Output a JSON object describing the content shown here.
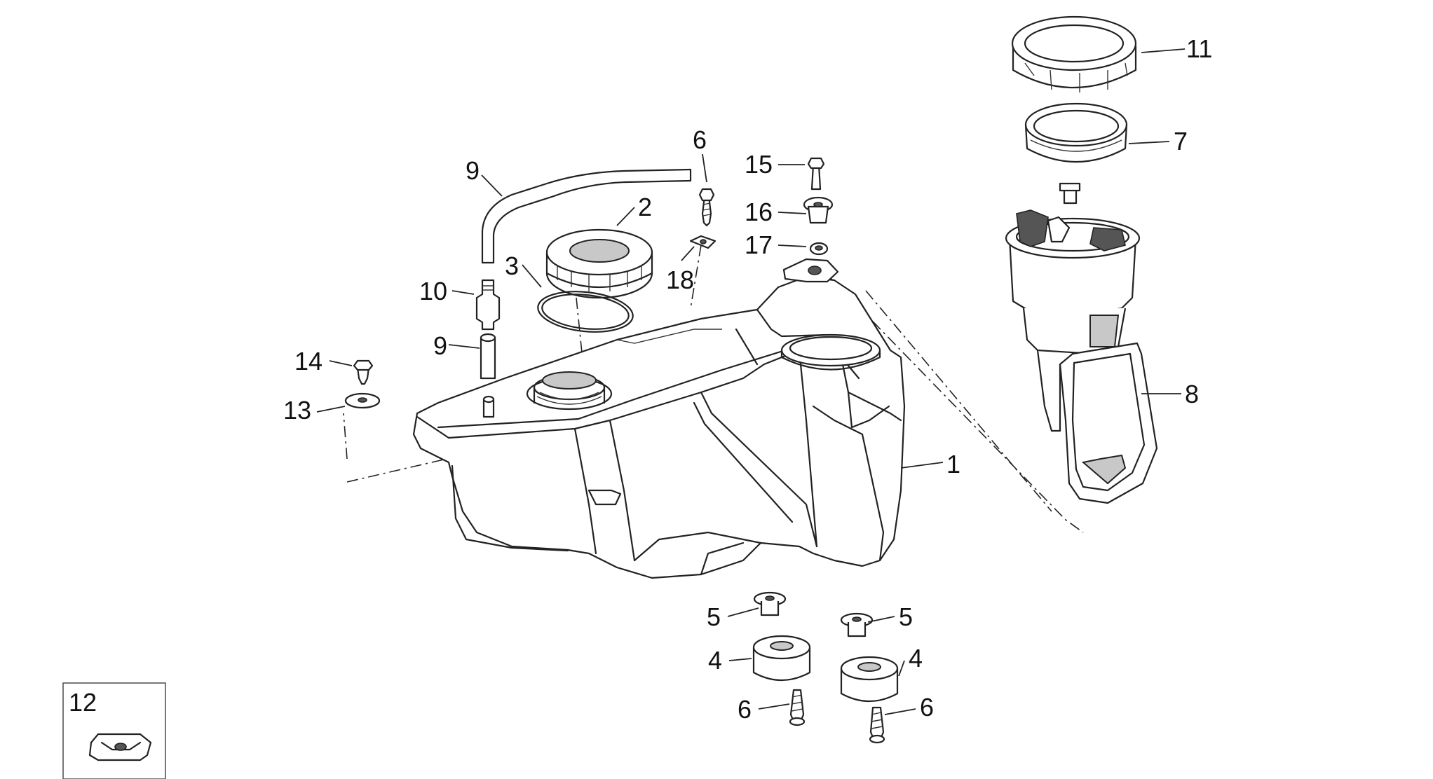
{
  "callouts": {
    "c1": "1",
    "c2": "2",
    "c3": "3",
    "c4a": "4",
    "c4b": "4",
    "c5a": "5",
    "c5b": "5",
    "c6a": "6",
    "c6b": "6",
    "c6c": "6",
    "c7": "7",
    "c8": "8",
    "c9a": "9",
    "c9b": "9",
    "c10": "10",
    "c11": "11",
    "c12": "12",
    "c13": "13",
    "c14": "14",
    "c15": "15",
    "c16": "16",
    "c17": "17",
    "c18": "18"
  }
}
